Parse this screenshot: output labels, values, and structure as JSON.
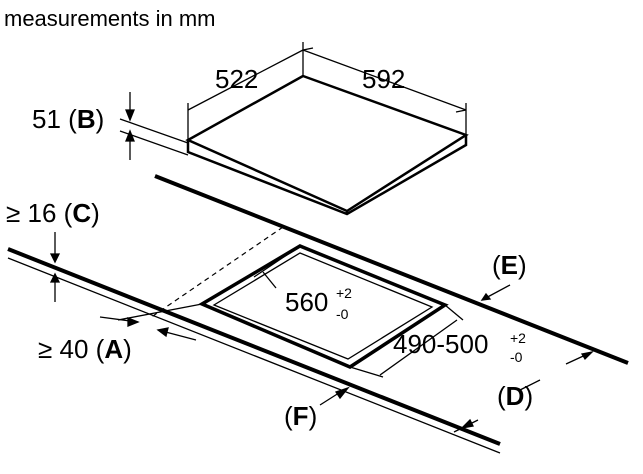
{
  "title": "measurements in mm",
  "hob": {
    "depth": "522",
    "width": "592",
    "height_value": "51",
    "height_letter": "B"
  },
  "cutout": {
    "depth_value": "560",
    "depth_tol_plus": "+2",
    "depth_tol_minus": "-0",
    "width_value": "490-500",
    "width_tol_plus": "+2",
    "width_tol_minus": "-0"
  },
  "worktop": {
    "thickness_prefix": "≥ 16",
    "thickness_letter": "C",
    "front_distance_prefix": "≥ 40",
    "front_distance_letter": "A",
    "letter_E": "E",
    "letter_D": "D",
    "letter_F": "F"
  },
  "colors": {
    "line": "#000000",
    "background": "#ffffff"
  }
}
